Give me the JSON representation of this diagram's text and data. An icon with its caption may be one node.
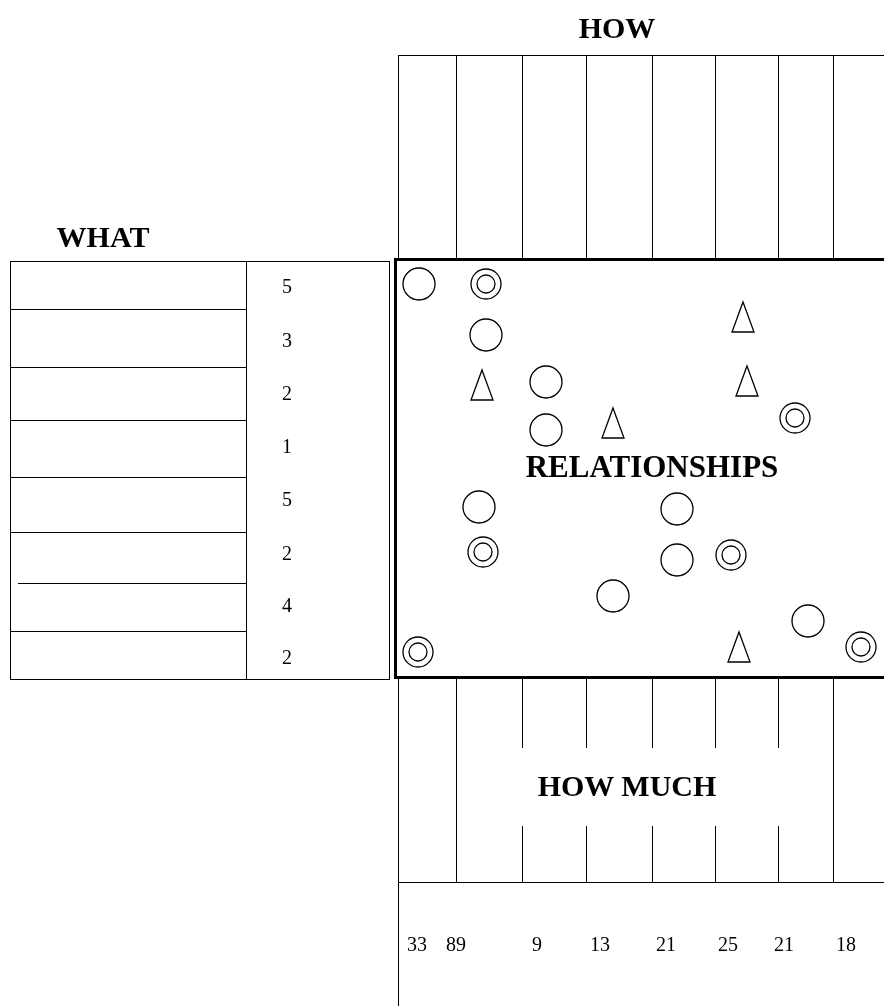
{
  "diagram": {
    "labels": [
      "HOW",
      "WHAT",
      "5",
      "3",
      "2",
      "1",
      "5",
      "2",
      "4",
      "2",
      "RELATIONSHIPS",
      "HOW MUCH",
      "33",
      "89",
      "9",
      "13",
      "21",
      "25",
      "21",
      "18"
    ]
  }
}
